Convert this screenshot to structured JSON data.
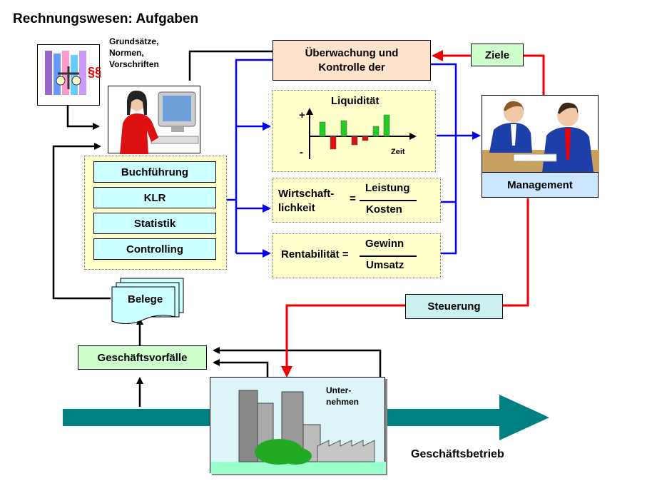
{
  "title": "Rechnungswesen: Aufgaben",
  "grundsaetze": [
    "Grundsätze,",
    "Normen,",
    "Vorschriften"
  ],
  "tasks": [
    "Buchführung",
    "KLR",
    "Statistik",
    "Controlling"
  ],
  "ueberwachung": [
    "Überwachung und",
    "Kontrolle der"
  ],
  "liquiditaet": {
    "title": "Liquidität",
    "plus": "+",
    "minus": "-",
    "axis_label": "Zeit",
    "bars": [
      0.5,
      -0.45,
      0.55,
      -0.3,
      -0.15,
      0.35,
      0.75
    ]
  },
  "wirtschaftlichkeit": {
    "left": [
      "Wirtschaft-",
      "lichkeit"
    ],
    "eq": "=",
    "numerator": "Leistung",
    "denominator": "Kosten"
  },
  "rentabilitaet": {
    "left": "Rentabilität =",
    "numerator": "Gewinn",
    "denominator": "Umsatz"
  },
  "ziele": "Ziele",
  "management": "Management",
  "steuerung": "Steuerung",
  "belege": "Belege",
  "geschaeftsvorfaelle": "Geschäftsvorfälle",
  "unternehmen": [
    "Unter-",
    "nehmen"
  ],
  "geschaeftsbetrieb": "Geschäftsbetrieb",
  "colors": {
    "cyan": "#ccffff",
    "yellow": "#ffffcc",
    "peach": "#fde2cc",
    "lightgreen": "#ccffcc",
    "blue_line": "#0000ee",
    "red_line": "#ee0000",
    "teal_arrow": "#008080"
  }
}
